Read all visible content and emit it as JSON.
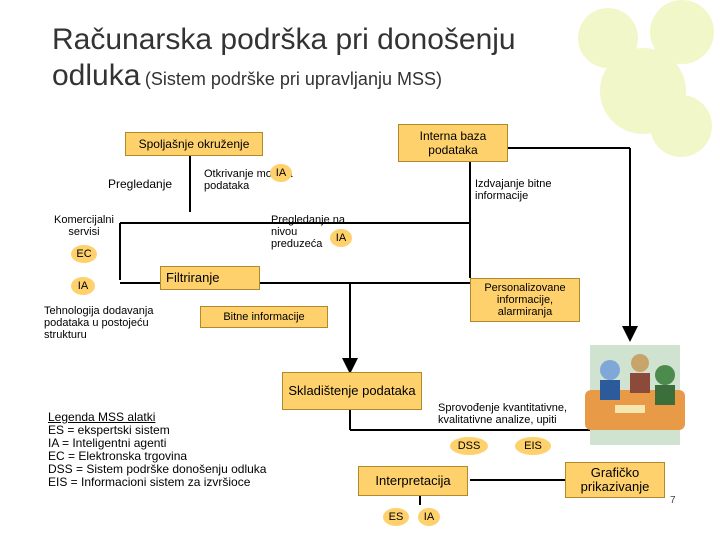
{
  "title": {
    "line1": "Računarska podrška pri donošenju",
    "line2_main": "odluka",
    "line2_sub": "(Sistem podrške pri upravljanju MSS)"
  },
  "diagram": {
    "spoljasnje": "Spoljašnje okruženje",
    "interna_baza": "Interna baza podataka",
    "pregledanje": "Pregledanje",
    "otkrivanje": "Otkrivanje modela podataka",
    "izdvajanje": "Izdvajanje bitne informacije",
    "komercijalni": "Komercijalni servisi",
    "pregledanje_preduzece": "Pregledanje na nivou preduzeća",
    "filtriranje": "Filtriranje",
    "personalizovane": "Personalizovane informacije, alarmiranja",
    "tehnologija": "Tehnologija dodavanja podataka u postojeću strukturu",
    "bitne": "Bitne informacije",
    "skladistenje": "Skladištenje podataka",
    "sprovodjenje": "Sprovođenje kvantitativne, kvalitativne analize, upiti",
    "interpretacija": "Interpretacija",
    "graficko": "Grafičko prikazivanje",
    "tags": {
      "ia1": "IA",
      "ec": "EC",
      "ia2": "IA",
      "ia3": "IA",
      "dss": "DSS",
      "eis": "EIS",
      "es": "ES",
      "ia4": "IA"
    }
  },
  "legend": {
    "title": "Legenda MSS alatki",
    "items": [
      "ES = ekspertski sistem",
      "IA = Inteligentni agenti",
      "EC = Elektronska trgovina",
      "DSS = Sistem podrške donošenju odluka",
      "EIS = Informacioni sistem za izvršioce"
    ]
  },
  "page_number": "7",
  "colors": {
    "box_fill": "#fed16d",
    "circle_fill": "#f2f7c9",
    "title_text": "#333333"
  }
}
